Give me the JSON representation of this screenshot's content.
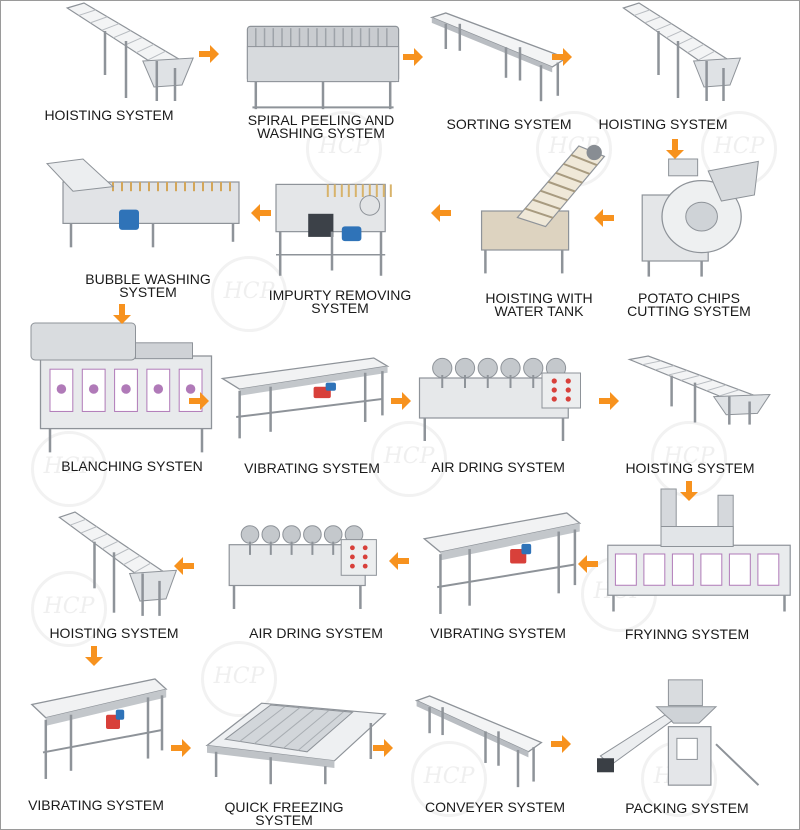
{
  "watermark": "HCP",
  "colors": {
    "arrow": "#f7921e",
    "steel": "#c9ccd0",
    "steel_dark": "#8e9399",
    "belt": "#f3f4f5",
    "motor": "#2f73b8",
    "motor_red": "#d8403a",
    "panel_purple": "#b07ab8"
  },
  "stations": [
    {
      "id": "s1",
      "lines": [
        "HOISTING SYSTEM"
      ],
      "icon": "incline-conveyor-icon"
    },
    {
      "id": "s2",
      "lines": [
        "SPIRAL PEELING AND",
        "WASHING  SYSTEM"
      ],
      "icon": "spiral-washer-icon"
    },
    {
      "id": "s3",
      "lines": [
        "SORTING SYSTEM"
      ],
      "icon": "belt-conveyor-icon"
    },
    {
      "id": "s4",
      "lines": [
        "HOISTING SYSTEM"
      ],
      "icon": "incline-conveyor-icon"
    },
    {
      "id": "s5",
      "lines": [
        "POTATO CHIPS",
        "CUTTING SYSTEM"
      ],
      "icon": "slicer-icon"
    },
    {
      "id": "s6",
      "lines": [
        "HOISTING  WITH",
        "WATER TANK"
      ],
      "icon": "bucket-elevator-icon"
    },
    {
      "id": "s7",
      "lines": [
        "IMPURTY REMOVING",
        "SYSTEM"
      ],
      "icon": "impurity-tank-icon"
    },
    {
      "id": "s8",
      "lines": [
        "BUBBLE  WASHING",
        "SYSTEM"
      ],
      "icon": "bubble-washer-icon"
    },
    {
      "id": "s9",
      "lines": [
        "BLANCHING  SYSTEN"
      ],
      "icon": "blancher-icon"
    },
    {
      "id": "s10",
      "lines": [
        "VIBRATING SYSTEM"
      ],
      "icon": "vibrating-screen-icon"
    },
    {
      "id": "s11",
      "lines": [
        "AIR DRING SYSTEM"
      ],
      "icon": "air-dryer-icon"
    },
    {
      "id": "s12",
      "lines": [
        "HOISTING SYSTEM"
      ],
      "icon": "incline-conveyor-icon"
    },
    {
      "id": "s13",
      "lines": [
        "FRYINNG SYSTEM"
      ],
      "icon": "fryer-icon"
    },
    {
      "id": "s14",
      "lines": [
        "VIBRATING SYSTEM"
      ],
      "icon": "vibrating-screen-icon"
    },
    {
      "id": "s15",
      "lines": [
        "AIR DRING SYSTEM"
      ],
      "icon": "air-dryer-icon"
    },
    {
      "id": "s16",
      "lines": [
        "HOISTING SYSTEM"
      ],
      "icon": "incline-conveyor-icon"
    },
    {
      "id": "s17",
      "lines": [
        "VIBRATING SYSTEM"
      ],
      "icon": "vibrating-screen-icon"
    },
    {
      "id": "s18",
      "lines": [
        "QUICK FREEZING",
        "SYSTEM"
      ],
      "icon": "quick-freezer-icon"
    },
    {
      "id": "s19",
      "lines": [
        "CONVEYER SYSTEM"
      ],
      "icon": "belt-conveyor-icon"
    },
    {
      "id": "s20",
      "lines": [
        "PACKING  SYSTEM"
      ],
      "icon": "packing-machine-icon"
    }
  ],
  "flow_arrows": [
    {
      "from": "s1",
      "to": "s2",
      "direction": "right"
    },
    {
      "from": "s2",
      "to": "s3",
      "direction": "right"
    },
    {
      "from": "s3",
      "to": "s4",
      "direction": "right"
    },
    {
      "from": "s4",
      "to": "s5",
      "direction": "down"
    },
    {
      "from": "s5",
      "to": "s6",
      "direction": "left"
    },
    {
      "from": "s6",
      "to": "s7",
      "direction": "left"
    },
    {
      "from": "s7",
      "to": "s8",
      "direction": "left"
    },
    {
      "from": "s8",
      "to": "s9",
      "direction": "down"
    },
    {
      "from": "s9",
      "to": "s10",
      "direction": "right"
    },
    {
      "from": "s10",
      "to": "s11",
      "direction": "right"
    },
    {
      "from": "s11",
      "to": "s12",
      "direction": "right"
    },
    {
      "from": "s12",
      "to": "s13",
      "direction": "down"
    },
    {
      "from": "s13",
      "to": "s14",
      "direction": "left"
    },
    {
      "from": "s14",
      "to": "s15",
      "direction": "left"
    },
    {
      "from": "s15",
      "to": "s16",
      "direction": "left"
    },
    {
      "from": "s16",
      "to": "s17",
      "direction": "down"
    },
    {
      "from": "s17",
      "to": "s18",
      "direction": "right"
    },
    {
      "from": "s18",
      "to": "s19",
      "direction": "right"
    },
    {
      "from": "s19",
      "to": "s20",
      "direction": "right"
    }
  ]
}
